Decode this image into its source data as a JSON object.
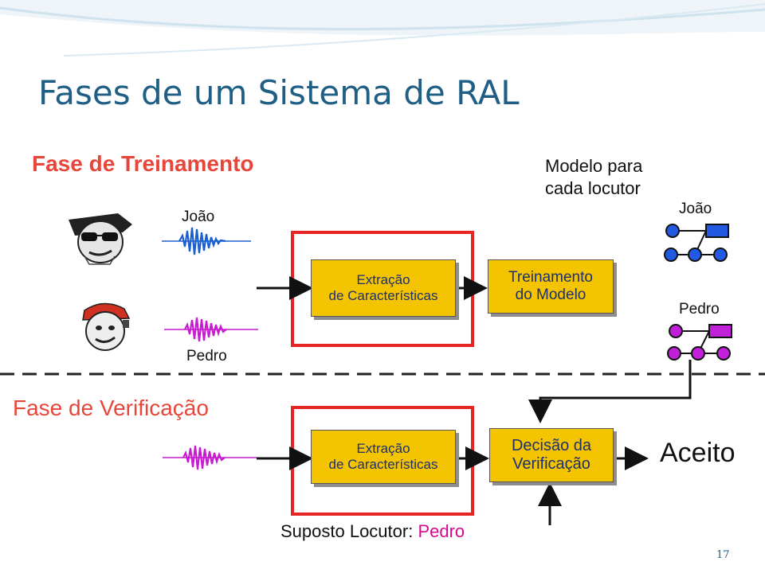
{
  "slide": {
    "title": "Fases de um Sistema de RAL",
    "page_number": "17"
  },
  "training": {
    "heading": "Fase de Treinamento",
    "speaker1_label": "João",
    "speaker2_label": "Pedro",
    "extract_box": [
      "Extração",
      "de Características"
    ],
    "train_box": [
      "Treinamento",
      "do Modelo"
    ],
    "models_heading": [
      "Modelo para",
      "cada locutor"
    ],
    "model1_label": "João",
    "model2_label": "Pedro"
  },
  "verification": {
    "heading": "Fase de Verificação",
    "extract_box": [
      "Extração",
      "de Características"
    ],
    "decision_box": [
      "Decisão da",
      "Verificação"
    ],
    "result": "Aceito",
    "claimed_prefix": "Suposto Locutor: ",
    "claimed_name": "Pedro"
  },
  "colors": {
    "title": "#1f5f86",
    "phase_heading": "#e8463a",
    "box_fill": "#f5c400",
    "box_text": "#1c3070",
    "frame": "#e52424",
    "wave_blue": "#1a5fd0",
    "wave_magenta": "#c81ad0",
    "model_node": "#2159e0",
    "model_node_pedro": "#c020d8"
  },
  "icons": [
    "joao-face-icon",
    "pedro-face-icon",
    "hmm-model-icon"
  ]
}
